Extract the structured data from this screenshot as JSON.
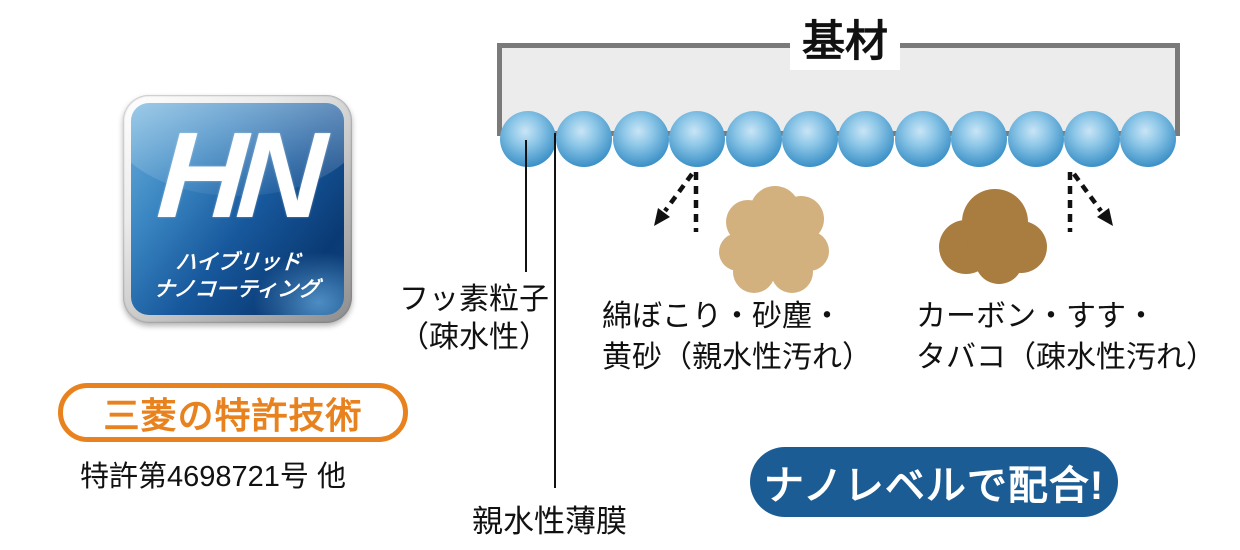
{
  "colors": {
    "orange": "#E8821E",
    "badge_blue": "#1B5C94",
    "sphere_blue": "#3E92C8",
    "tan_dirt": "#D2B17E",
    "brown_dirt": "#A97C3F",
    "substrate_gray": "#ECECEC",
    "border_gray": "#7A7A7A"
  },
  "logo": {
    "letters": "HN",
    "subtitle_line1": "ハイブリッド",
    "subtitle_line2": "ナノコーティング"
  },
  "patent": {
    "badge_label": "三菱の特許技術",
    "number_text": "特許第4698721号 他"
  },
  "diagram": {
    "substrate_label": "基材",
    "sphere_count": 12,
    "fluorine_label": {
      "line1": "フッ素粒子",
      "line2": "（疎水性）"
    },
    "film_label": "親水性薄膜",
    "hydrophilic_dirt": {
      "line1": "綿ぼこり・砂塵・",
      "line2": "黄砂（親水性汚れ）"
    },
    "hydrophobic_dirt": {
      "line1": "カーボン・すす・",
      "line2": "タバコ（疎水性汚れ）"
    }
  },
  "bottom_badge": {
    "label": "ナノレベルで配合!"
  }
}
